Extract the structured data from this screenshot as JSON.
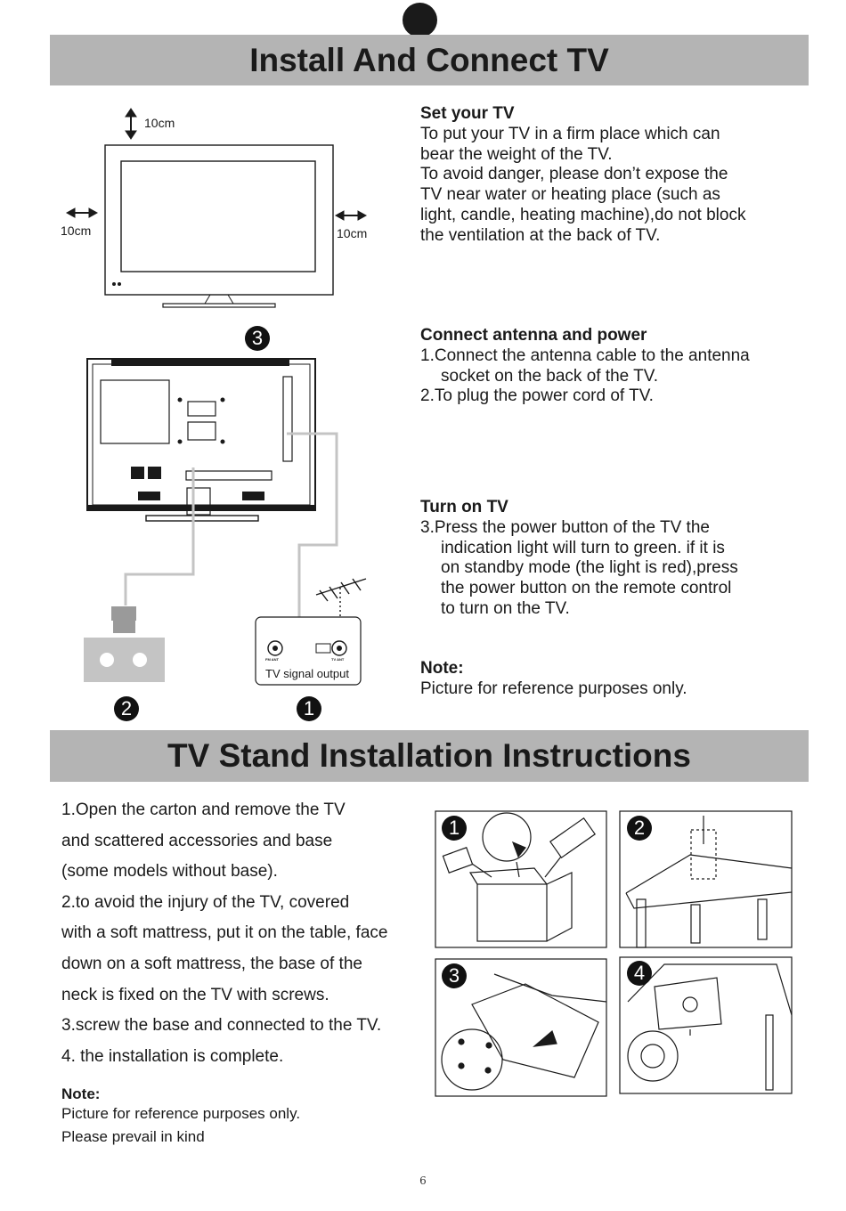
{
  "install": {
    "title": "Install And Connect TV",
    "clearance_top": "10cm",
    "clearance_left": "10cm",
    "clearance_right": "10cm",
    "set_tv": {
      "heading": "Set your TV",
      "lines": [
        "To put your TV in a firm place which can",
        "bear the weight of the TV.",
        "To avoid danger, please don’t expose the",
        "TV near water or heating place (such as",
        "light, candle, heating machine),do not block",
        "the ventilation at the back of TV."
      ]
    },
    "connect": {
      "heading": "Connect antenna and power",
      "step1_a": "1.Connect the antenna cable to the antenna",
      "step1_b": "socket on the back of the TV.",
      "step2": "2.To plug the power cord of TV."
    },
    "turn_on": {
      "heading": "Turn on TV",
      "step3_a": "3.Press the power button of the TV the",
      "step3_lines": [
        "indication light will turn to green. if it is",
        "on standby mode (the light is red),press",
        "the power button on the remote control",
        "to turn on the TV."
      ]
    },
    "note": {
      "heading": "Note:",
      "text": "Picture for reference purposes only."
    },
    "diagram": {
      "badge_1": "1",
      "badge_2": "2",
      "badge_3": "3",
      "signal_label": "TV signal output",
      "fm_label": "FM ANT",
      "tv_label": "TV ANT"
    }
  },
  "stand": {
    "title": "TV Stand Installation Instructions",
    "steps": [
      "1.Open the carton and remove the TV",
      "and scattered accessories and base",
      "(some models without base).",
      "2.to avoid the injury of the TV, covered",
      "with a soft mattress, put it on the table, face",
      "down on a soft mattress, the base of the",
      "neck is fixed on the TV with screws.",
      "3.screw the base and connected to the TV.",
      "4. the installation is complete."
    ],
    "note": {
      "heading": "Note:",
      "line1": "Picture for reference purposes only.",
      "line2": "Please prevail in kind"
    },
    "panel_badges": [
      "1",
      "2",
      "3",
      "4"
    ]
  },
  "page_number": "6"
}
